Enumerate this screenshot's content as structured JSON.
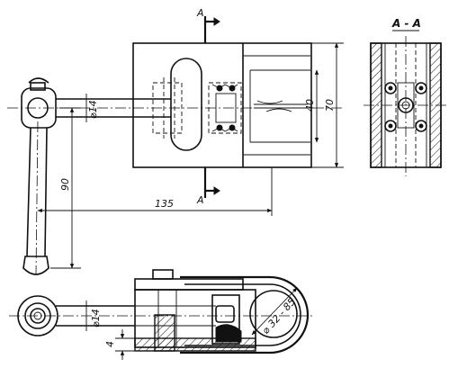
{
  "dimensions": {
    "bar_diameter_top": "⌀14",
    "width_40": "40",
    "height_70": "70",
    "length_90": "90",
    "length_135": "135",
    "bar_diameter_bottom": "⌀14",
    "thickness_4": "4",
    "clamp_range": "⌀ 32 - 85"
  },
  "section": {
    "marker": "A",
    "title": "A - A"
  }
}
